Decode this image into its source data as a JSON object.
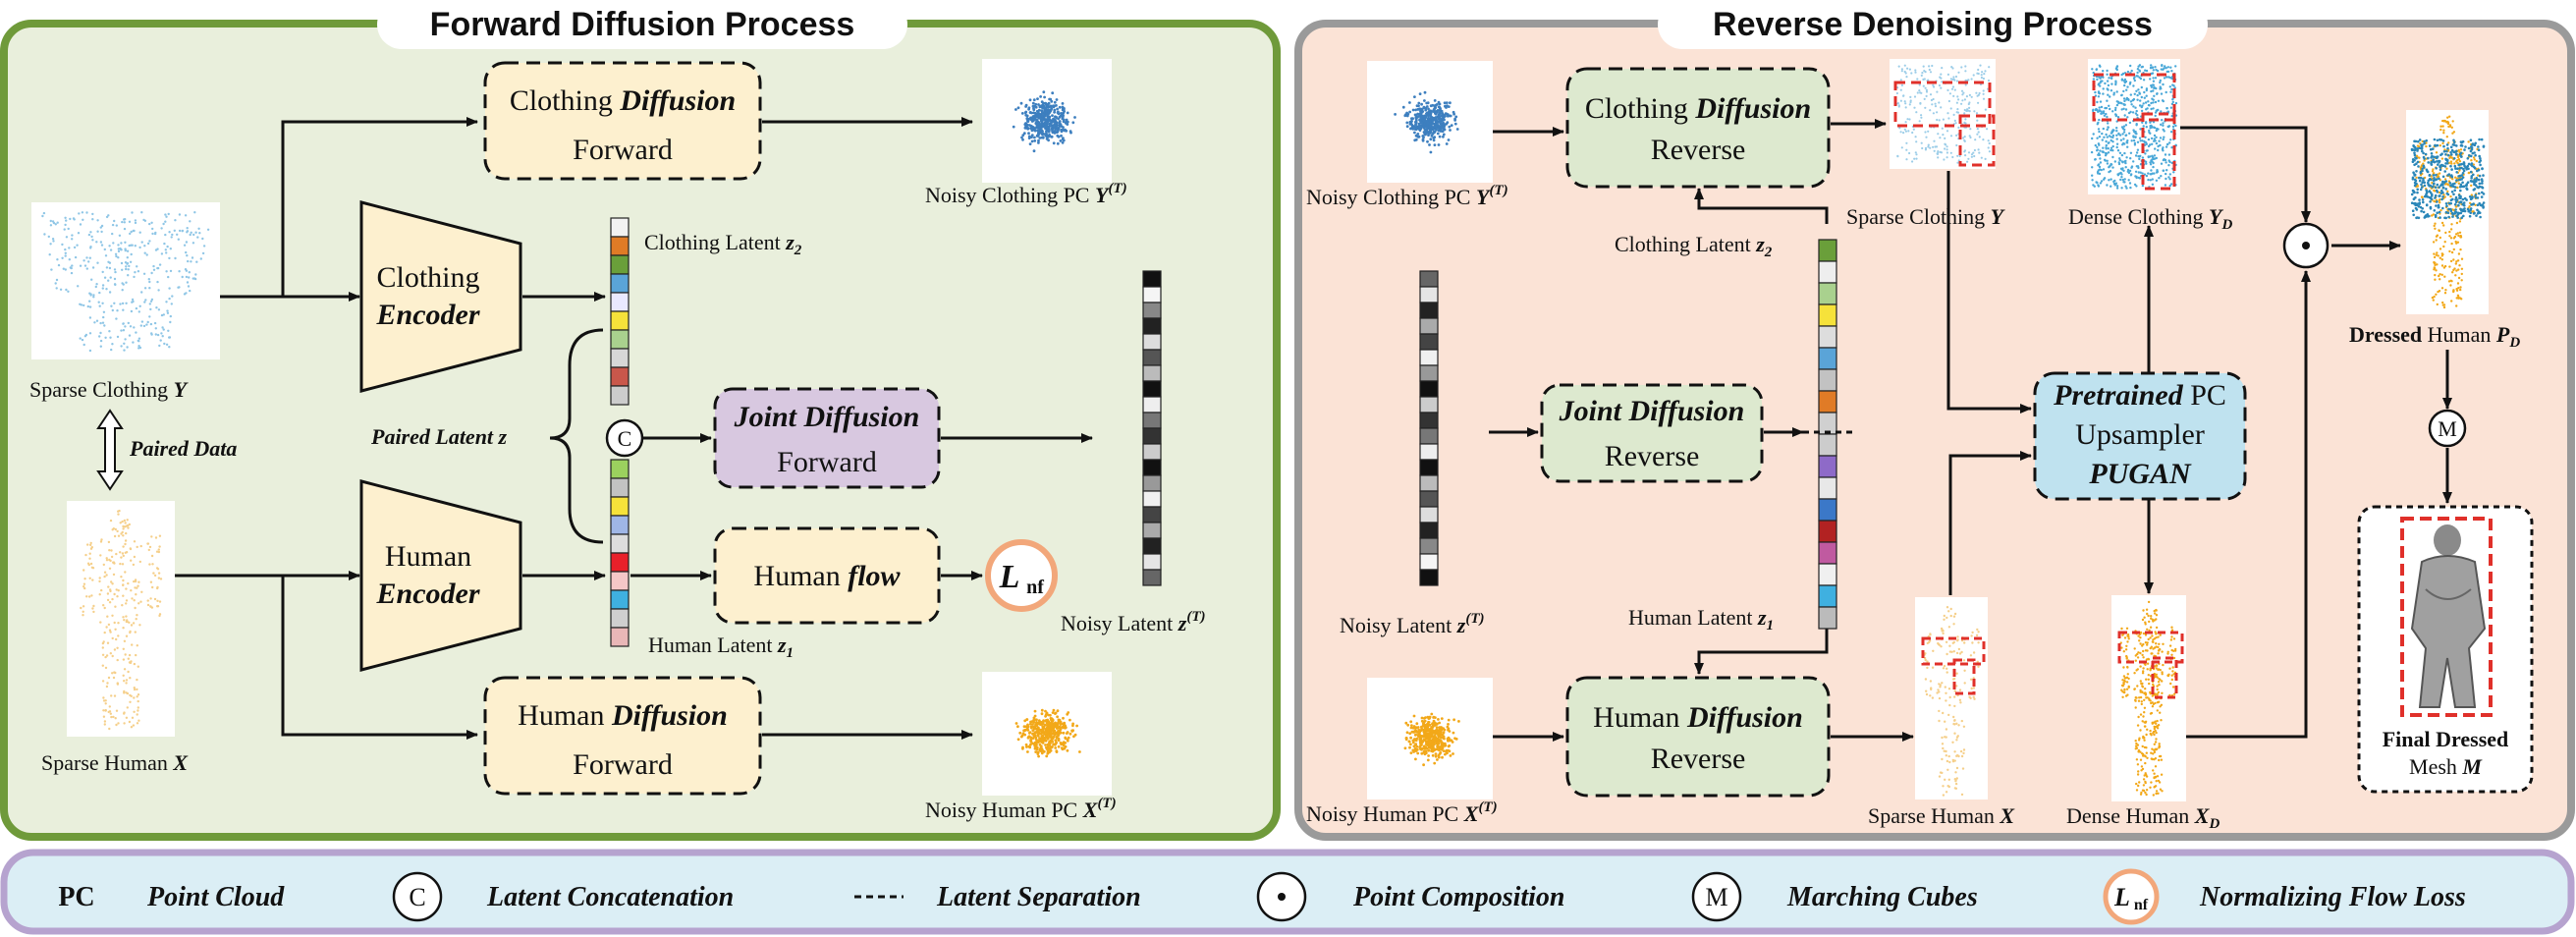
{
  "colors": {
    "forward_bg": "#e9efdc",
    "forward_border": "#6f9a3a",
    "reverse_bg": "#fbe3d6",
    "reverse_border": "#9a9a9a",
    "legend_bg": "#dbeef5",
    "legend_border": "#b6a3cf",
    "module_forward": "#fdf0cf",
    "module_reverse": "#dde9cf",
    "module_joint": "#d8c8e0",
    "module_pugan": "#bfe2ef",
    "loss_ring": "#f2a77a",
    "clothing_points": "#3d7fbf",
    "human_points": "#f2a819"
  },
  "forward": {
    "title": "Forward Diffusion Process",
    "clothing_diffusion": {
      "line1": "Clothing",
      "line1_em": "Diffusion",
      "line2": "Forward"
    },
    "clothing_encoder": {
      "line1": "Clothing",
      "line2": "Encoder"
    },
    "human_encoder": {
      "line1": "Human",
      "line2": "Encoder"
    },
    "joint_diffusion": {
      "line1": "Joint Diffusion",
      "line2": "Forward"
    },
    "human_flow": {
      "line1": "Human",
      "line1_em": "flow"
    },
    "human_diffusion": {
      "line1": "Human",
      "line1_em": "Diffusion",
      "line2": "Forward"
    },
    "loss": {
      "main": "L",
      "sub": "nf"
    },
    "concat_symbol": "C",
    "labels": {
      "sparse_clothing": "Sparse Clothing",
      "sparse_clothing_var": "Y",
      "sparse_human": "Sparse Human",
      "sparse_human_var": "X",
      "paired_data": "Paired Data",
      "paired_latent": "Paired Latent",
      "paired_latent_var": "z",
      "clothing_latent": "Clothing Latent",
      "clothing_latent_var": "z",
      "clothing_latent_sub": "2",
      "human_latent": "Human Latent",
      "human_latent_var": "z",
      "human_latent_sub": "1",
      "noisy_clothing": "Noisy Clothing PC",
      "noisy_clothing_var": "Y",
      "noisy_human": "Noisy Human PC",
      "noisy_human_var": "X",
      "noisy_latent": "Noisy Latent",
      "noisy_latent_var": "z",
      "time_sup": "(T)"
    }
  },
  "reverse": {
    "title": "Reverse Denoising Process",
    "clothing_diffusion": {
      "line1": "Clothing",
      "line1_em": "Diffusion",
      "line2": "Reverse"
    },
    "joint_diffusion": {
      "line1": "Joint Diffusion",
      "line2": "Reverse"
    },
    "human_diffusion": {
      "line1": "Human",
      "line1_em": "Diffusion",
      "line2": "Reverse"
    },
    "pugan": {
      "line1_em": "Pretrained",
      "line1": "PC",
      "line2": "Upsampler",
      "line3": "PUGAN"
    },
    "compose_symbol": "⊙",
    "marching_symbol": "M",
    "labels": {
      "noisy_clothing": "Noisy Clothing PC",
      "noisy_clothing_var": "Y",
      "noisy_human": "Noisy Human PC",
      "noisy_human_var": "X",
      "noisy_latent": "Noisy Latent",
      "noisy_latent_var": "z",
      "time_sup": "(T)",
      "clothing_latent": "Clothing Latent",
      "clothing_latent_var": "z",
      "clothing_latent_sub": "2",
      "human_latent": "Human Latent",
      "human_latent_var": "z",
      "human_latent_sub": "1",
      "sparse_clothing": "Sparse Clothing",
      "sparse_clothing_var": "Y",
      "dense_clothing": "Dense Clothing",
      "dense_clothing_var": "Y",
      "dense_sub": "D",
      "sparse_human": "Sparse Human",
      "sparse_human_var": "X",
      "dense_human": "Dense Human",
      "dense_human_var": "X",
      "dressed_human_bold": "Dressed",
      "dressed_human": "Human",
      "dressed_human_var": "P",
      "final_mesh_line1": "Final Dressed",
      "final_mesh_line2": "Mesh",
      "final_mesh_var": "M"
    }
  },
  "legend": [
    {
      "symbol": "PC",
      "label": "Point Cloud"
    },
    {
      "symbol": "C",
      "label": "Latent Concatenation"
    },
    {
      "symbol": "----",
      "label": "Latent Separation"
    },
    {
      "symbol": "⊙",
      "label": "Point Composition"
    },
    {
      "symbol": "M",
      "label": "Marching Cubes"
    },
    {
      "symbol": "L",
      "symbol_sub": "nf",
      "label": "Normalizing Flow Loss"
    }
  ]
}
